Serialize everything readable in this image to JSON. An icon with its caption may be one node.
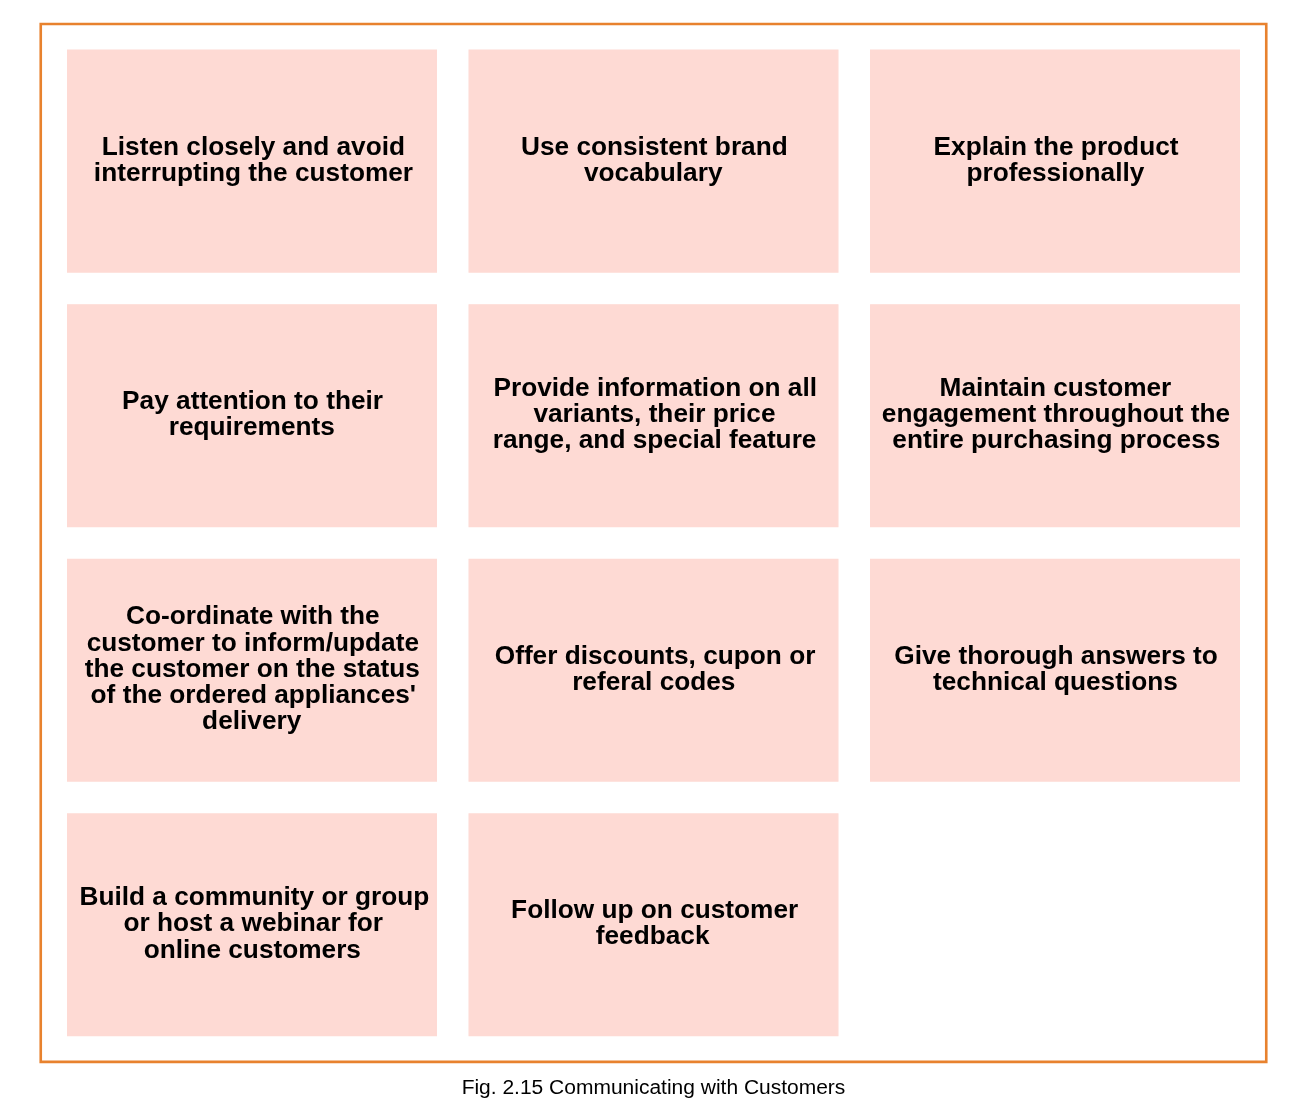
{
  "diagram": {
    "caption": "Fig. 2.15 Communicating with Customers",
    "nodes": [
      {
        "text": [],
        "shape": "box"
      },
      {
        "text": [
          "Listen closely and avoid interrupting the customer"
        ],
        "in": 0
      },
      {
        "text": [
          "Use consistent brand vocabulary"
        ],
        "in": 0
      },
      {
        "text": [
          "Explain the product professionally"
        ],
        "in": 0
      },
      {
        "text": [
          "Pay attention to their requirements"
        ],
        "in": 0
      },
      {
        "text": [
          "Provide information on all variants, their price range, and special feature"
        ],
        "in": 0
      },
      {
        "text": [
          "Maintain customer engagement throughout the entire purchasing process"
        ],
        "in": 0
      },
      {
        "text": [
          "Co-ordinate with the customer to inform/update the customer on the status of the ordered appliances' delivery"
        ],
        "in": 0
      },
      {
        "text": [
          "Offer discounts, cupon or referal codes"
        ],
        "in": 0
      },
      {
        "text": [
          "Give thorough answers to technical questions"
        ],
        "in": 0
      },
      {
        "text": [
          "Build a community or group or host a webinar for online customers"
        ],
        "in": 0
      },
      {
        "text": [
          "Follow up on customer feedback"
        ],
        "in": 0
      }
    ]
  }
}
